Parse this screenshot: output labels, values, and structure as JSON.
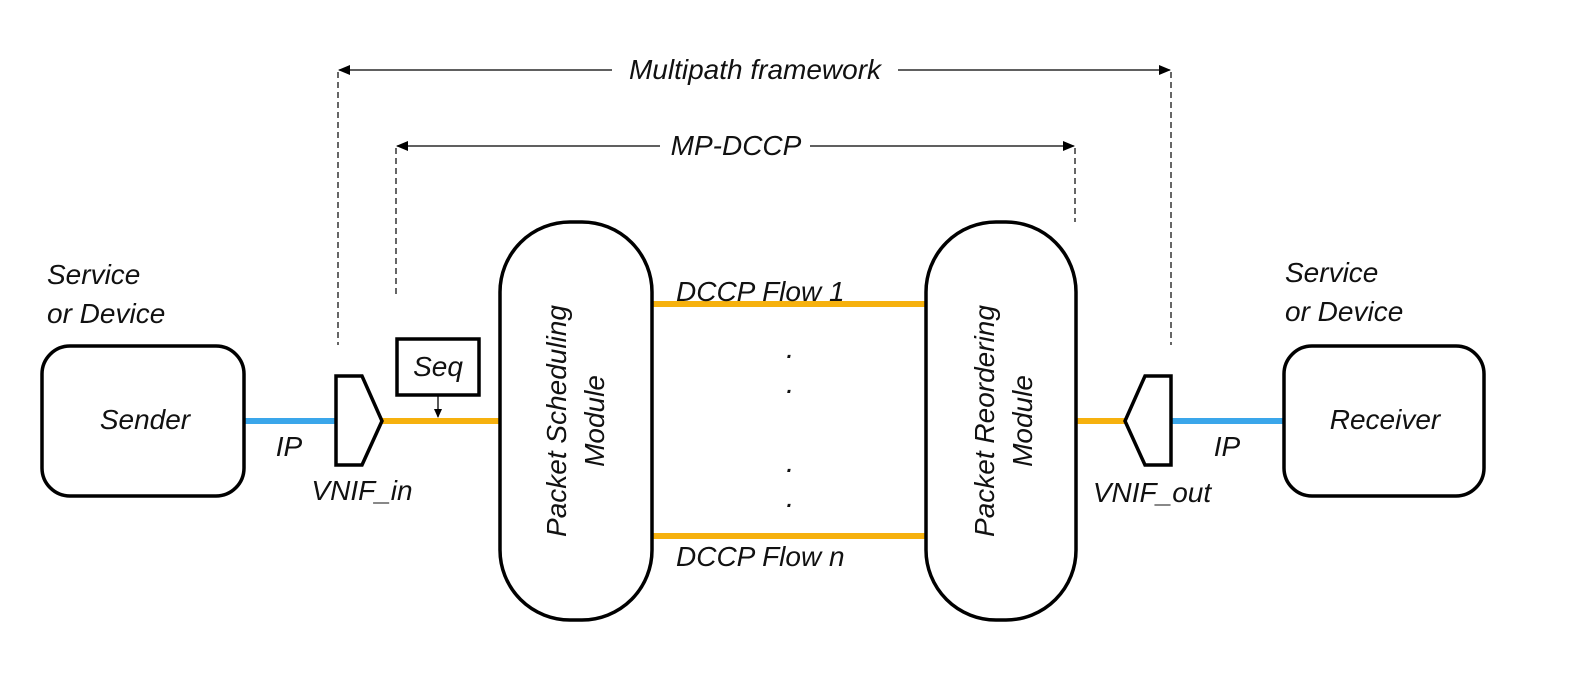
{
  "frames": {
    "multipath_label": "Multipath framework",
    "mpdccp_label": "MP-DCCP"
  },
  "sender": {
    "caption_line1": "Service",
    "caption_line2": "or Device",
    "label": "Sender",
    "link_label": "IP"
  },
  "vnif_in": {
    "label": "VNIF_in",
    "seq_label": "Seq"
  },
  "scheduler": {
    "line1": "Packet Scheduling",
    "line2": "Module"
  },
  "flows": {
    "first_label": "DCCP Flow 1",
    "last_label": "DCCP Flow n",
    "ellipsis": "."
  },
  "reorderer": {
    "line1": "Packet Reordering",
    "line2": "Module"
  },
  "vnif_out": {
    "label": "VNIF_out"
  },
  "receiver": {
    "caption_line1": "Service",
    "caption_line2": "or Device",
    "label": "Receiver",
    "link_label": "IP"
  },
  "colors": {
    "ip_link": "#3aa6ea",
    "dccp_link": "#f6b10e",
    "outline": "#000000"
  }
}
